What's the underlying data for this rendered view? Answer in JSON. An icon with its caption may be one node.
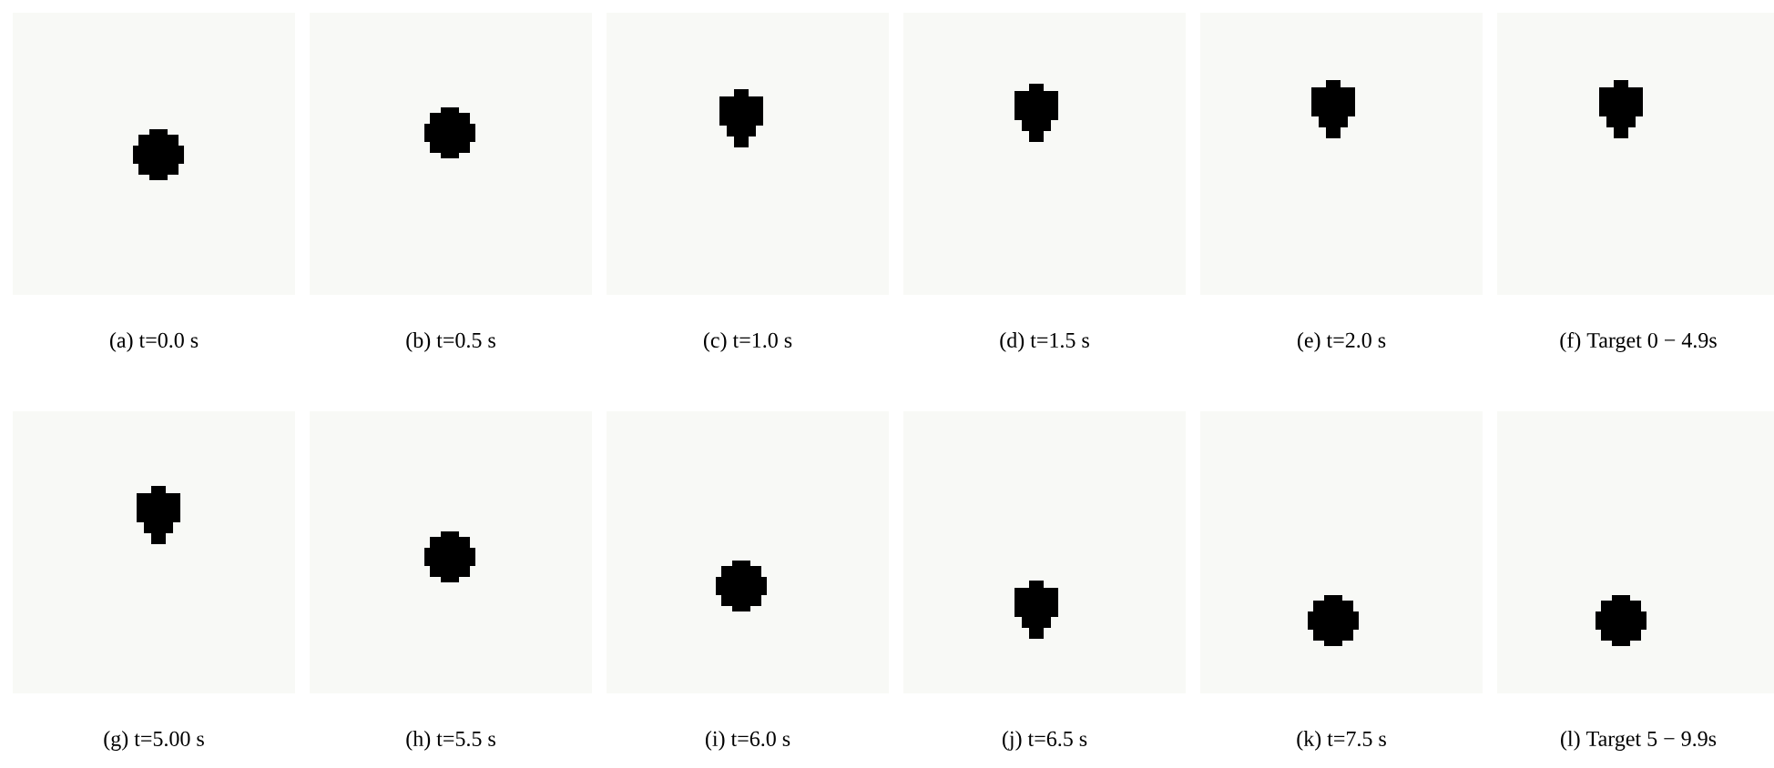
{
  "diagram": {
    "labels": [
      "(a) t=0.0 s",
      "(b) t=0.5 s",
      "(c) t=1.0 s",
      "(d) t=1.5 s",
      "(e) t=2.0 s",
      "(f) Target 0 − 4.9s",
      "(g) t=5.00 s",
      "(h) t=5.5 s",
      "(i) t=6.0 s",
      "(j) t=6.5 s",
      "(k) t=7.5 s",
      "(l) Target 5 − 9.9s"
    ]
  }
}
